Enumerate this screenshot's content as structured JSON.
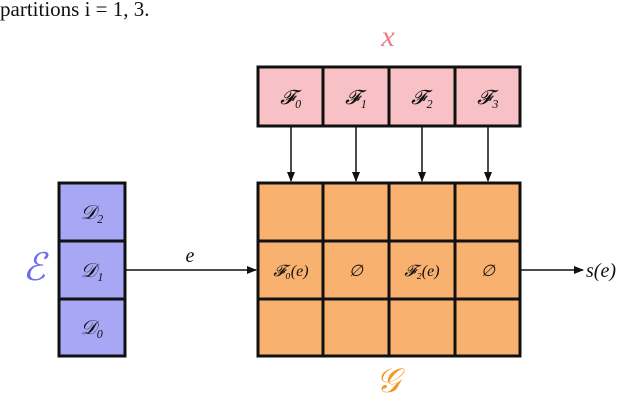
{
  "caption_top": "partitions i = 1, 3.",
  "x_symbol": "x",
  "e_symbol": "ℰ",
  "g_symbol": "𝒢",
  "edge_label": "e",
  "output_label": "s(e)",
  "colors": {
    "x": "#f07a82",
    "e": "#6f6cf0",
    "g": "#f39a2e",
    "feature_fill": "#f7c1c5",
    "d_fill": "#a7a7f5",
    "grid_fill": "#f8b16e"
  },
  "features": [
    "𝓕₀",
    "𝓕₁",
    "𝓕₂",
    "𝓕₃"
  ],
  "d_boxes": [
    "𝒟₂",
    "𝒟₁",
    "𝒟₀"
  ],
  "grid_middle": [
    "𝓕₀(e)",
    "∅",
    "𝓕₂(e)",
    "∅"
  ]
}
